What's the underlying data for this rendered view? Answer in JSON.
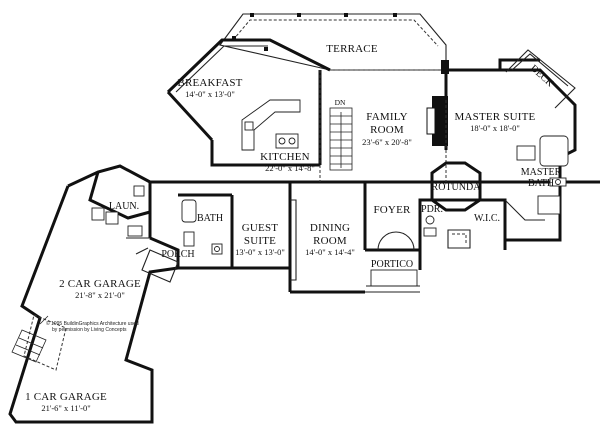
{
  "plan": {
    "terrace": {
      "name": "TERRACE"
    },
    "breakfast": {
      "name": "BREAKFAST",
      "size": "14'-0\" x 13'-0\""
    },
    "kitchen": {
      "name": "KITCHEN",
      "size": "22'-0\" x 14'-8\""
    },
    "family_room": {
      "line1": "FAMILY",
      "line2": "ROOM",
      "size": "23'-6\" x 20'-8\""
    },
    "master_suite": {
      "name": "MASTER SUITE",
      "size": "18'-0\" x 18'-0\""
    },
    "deck": {
      "name": "DECK"
    },
    "master_bath": {
      "line1": "MASTER",
      "line2": "BATH"
    },
    "rotunda": {
      "name": "ROTUNDA"
    },
    "wic": {
      "name": "W.I.C."
    },
    "pdr": {
      "name": "PDR."
    },
    "foyer": {
      "name": "FOYER"
    },
    "portico": {
      "name": "PORTICO"
    },
    "dining_room": {
      "line1": "DINING",
      "line2": "ROOM",
      "size": "14'-0\" x 14'-4\""
    },
    "guest_suite": {
      "line1": "GUEST",
      "line2": "SUITE",
      "size": "13'-0\" x 13'-0\""
    },
    "bath": {
      "name": "BATH"
    },
    "laundry": {
      "name": "LAUN."
    },
    "porch": {
      "name": "PORCH"
    },
    "garage2": {
      "name": "2 CAR GARAGE",
      "size": "21'-8\" x 21'-0\""
    },
    "garage1": {
      "name": "1 CAR GARAGE",
      "size": "21'-6\" x 11'-0\""
    },
    "stair_dn": "DN",
    "copyright_line1": "© 1995 BuildinGraphics Architecture used",
    "copyright_line2": "by permission by Living Concepts"
  }
}
